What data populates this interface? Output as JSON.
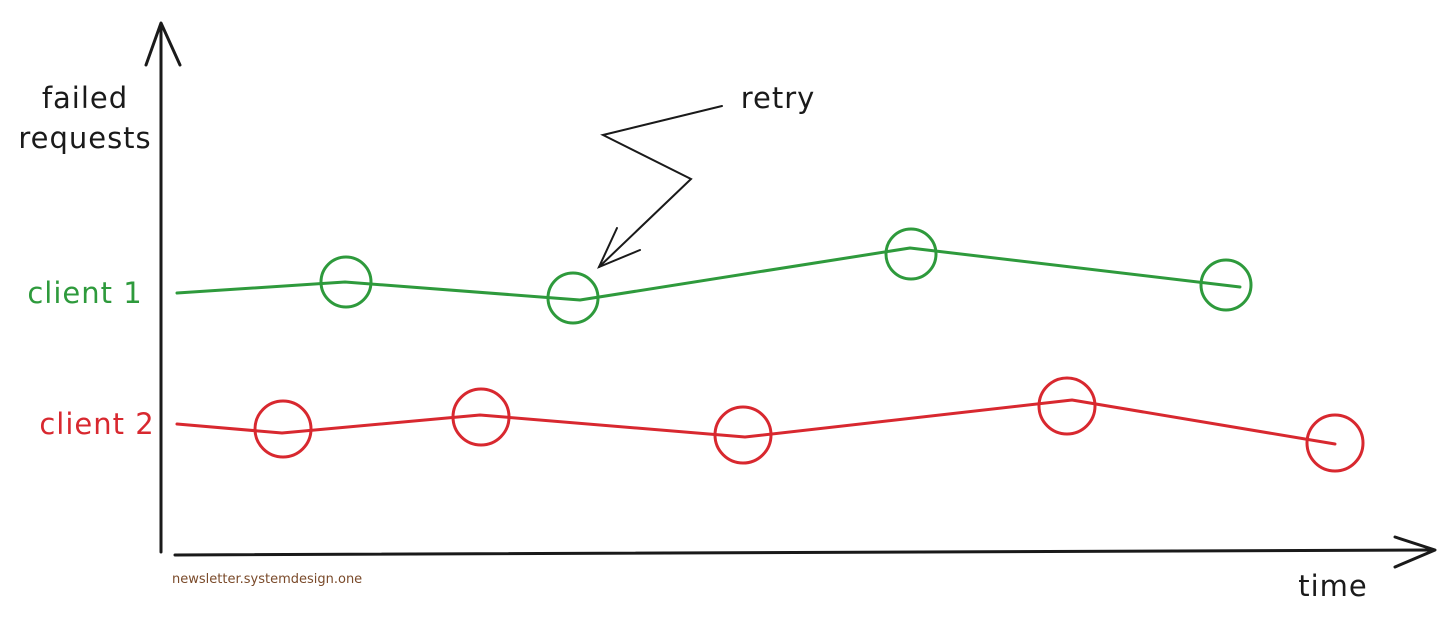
{
  "axes": {
    "y_label_line1": "failed",
    "y_label_line2": "requests",
    "x_label": "time"
  },
  "annotation": {
    "label": "retry"
  },
  "clients": [
    {
      "label": "client 1",
      "color": "#2e9a3c"
    },
    {
      "label": "client 2",
      "color": "#d8282f"
    }
  ],
  "watermark": {
    "text": "newsletter.systemdesign.one",
    "color": "#7a4a2a"
  },
  "colors": {
    "ink": "#1a1a1a"
  }
}
